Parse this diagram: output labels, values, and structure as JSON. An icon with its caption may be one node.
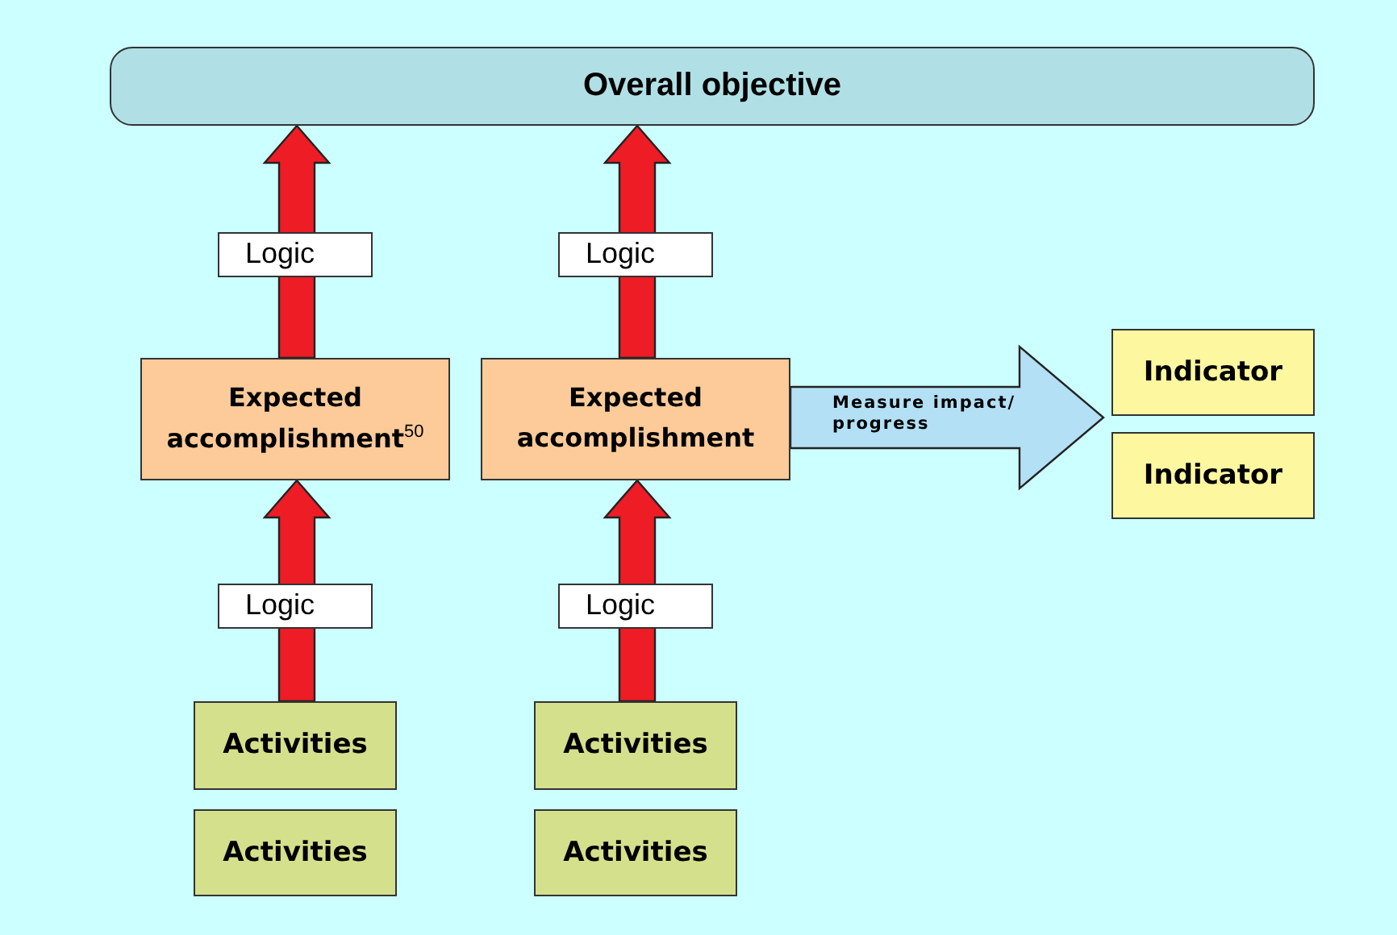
{
  "diagram": {
    "nodes": [
      {
        "text": [
          "Overall objective"
        ]
      },
      {
        "text": [
          "Expected accomplishment$^{50}$"
        ]
      },
      {
        "text": [
          "Expected accomplishment"
        ]
      },
      {
        "text": [
          "Indicator"
        ]
      },
      {
        "text": [
          "Indicator"
        ]
      },
      {
        "text": [
          "Activities"
        ]
      },
      {
        "text": [
          "Activities"
        ]
      },
      {
        "text": [
          "Activities"
        ]
      },
      {
        "text": [
          "Activities"
        ]
      }
    ],
    "edges": [
      {
        "from": 1,
        "to": 0,
        "arrow": "to",
        "label": "Logic"
      },
      {
        "from": 2,
        "to": 0,
        "arrow": "to",
        "label": "Logic"
      },
      {
        "from": 5,
        "to": 1,
        "arrow": "to",
        "label": "Logic"
      },
      {
        "from": 6,
        "to": 2,
        "arrow": "to",
        "label": "Logic"
      },
      {
        "from": 2,
        "to": null,
        "arrow": "to",
        "label": "Measure impact/ progress"
      }
    ]
  }
}
